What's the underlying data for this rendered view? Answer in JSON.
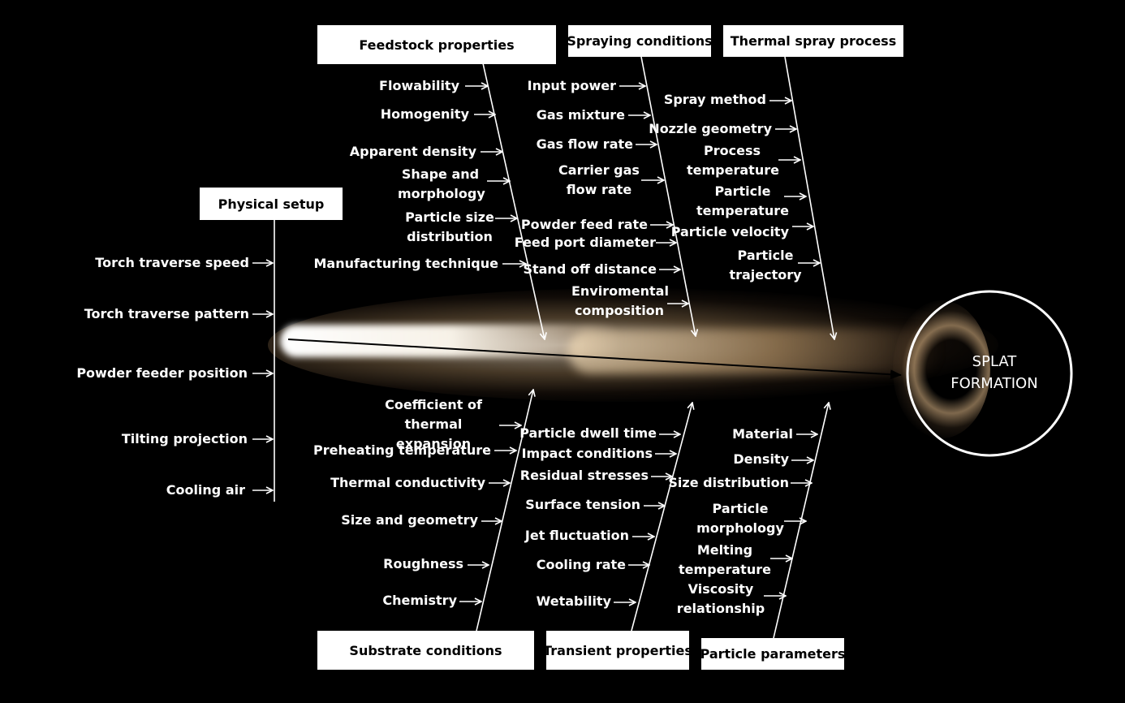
{
  "categories": {
    "feedstock": "Feedstock properties",
    "spraying": "Spraying conditions",
    "thermal": "Thermal spray process",
    "physical": "Physical setup",
    "substrate": "Substrate conditions",
    "transient": "Transient properties",
    "particle": "Particle parameters"
  },
  "effect": "SPLAT FORMATION",
  "causes": {
    "physical": [
      "Torch traverse speed",
      "Torch traverse pattern",
      "Powder feeder position",
      "Tilting projection",
      "Cooling air"
    ],
    "feedstock": [
      "Flowability",
      "Homogenity",
      "Apparent density",
      "Shape and morphology",
      "Particle size distribution",
      "Manufacturing technique"
    ],
    "spraying": [
      "Input power",
      "Gas mixture",
      "Gas flow rate",
      "Carrier gas flow rate",
      "Powder feed rate",
      "Feed port diameter",
      "Stand off distance",
      "Enviromental composition"
    ],
    "thermal": [
      "Spray method",
      "Nozzle geometry",
      "Process temperature",
      "Particle temperature",
      "Particle velocity",
      "Particle trajectory"
    ],
    "substrate": [
      "Coefficient of thermal expansion",
      "Preheating temperature",
      "Thermal conductivity",
      "Size and geometry",
      "Roughness",
      "Chemistry"
    ],
    "transient": [
      "Particle dwell time",
      "Impact conditions",
      "Residual stresses",
      "Surface tension",
      "Jet fluctuation",
      "Cooling rate",
      "Wetability"
    ],
    "particle": [
      "Material",
      "Density",
      "Size distribution",
      "Particle morphology",
      "Melting temperature",
      "Viscosity relationship"
    ]
  }
}
